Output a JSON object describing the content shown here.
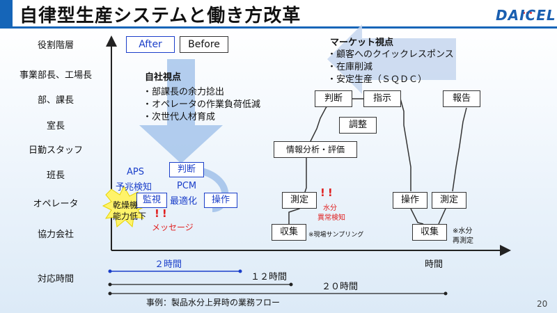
{
  "header": {
    "title": "自律型生産システムと働き方改革",
    "logo": "DAICEL"
  },
  "legend": {
    "after": "After",
    "before": "Before"
  },
  "roles": [
    "役割階層",
    "事業部長、工場長",
    "部、課長",
    "室長",
    "日勤スタッフ",
    "班長",
    "オペレータ",
    "協力会社",
    "対応時間"
  ],
  "own_view": {
    "title": "自社視点",
    "items": [
      "・部課長の余力捻出",
      "・オペレータの作業負荷低減",
      "・次世代人材育成"
    ]
  },
  "market_view": {
    "title": "マーケット視点",
    "items": [
      "・顧客へのクイックレスポンス",
      "・在庫削減",
      "・安定生産（ＳＱＤＣ）"
    ]
  },
  "after_flow": {
    "aps": "APS",
    "yochou": "予兆検知",
    "kanshi": "監視",
    "handan": "判断",
    "pcm": "PCM",
    "saitekika": "最適化",
    "sousa": "操作",
    "burst1": "乾燥機",
    "burst2": "能力低下",
    "message": "メッセージ"
  },
  "before_flow": {
    "shuushuu": "収集",
    "genba": "※現場サンプリング",
    "sokutei": "測定",
    "suibun": "水分",
    "ijou": "異常検知",
    "joho": "情報分析・評価",
    "handan": "判断",
    "shiji": "指示",
    "chousei": "調整",
    "sousa": "操作",
    "sokutei2": "測定",
    "shuushuu2": "収集",
    "saisokutei1": "※水分",
    "saisokutei2": "再測定",
    "houkoku": "報告"
  },
  "axis": {
    "time_label": "時間"
  },
  "durations": {
    "after": "２時間",
    "mid": "１２時間",
    "before": "２０時間"
  },
  "caption": "事例：製品水分上昇時の業務フロー",
  "page_number": "20"
}
